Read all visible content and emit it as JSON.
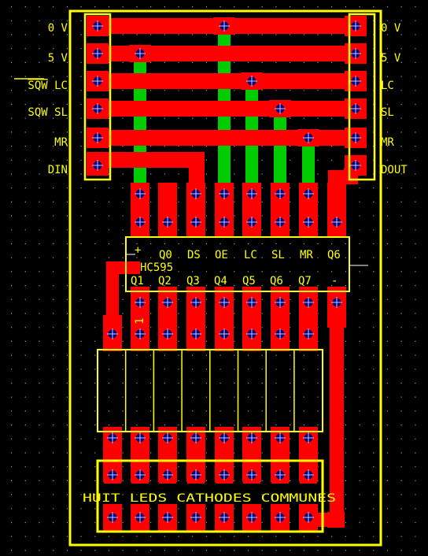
{
  "colors": {
    "background": "#000000",
    "copper_top": "#ff0000",
    "copper_bottom": "#00cc00",
    "silkscreen": "#ffff00",
    "via_hole": "#00007a",
    "grid_dot": "#9a9a9a"
  },
  "left_labels": [
    {
      "text": "0 V"
    },
    {
      "text": "5 V"
    },
    {
      "overline": "SQW",
      "text": " LC"
    },
    {
      "text": "SQW SL"
    },
    {
      "text": "MR"
    },
    {
      "text": "DIN"
    }
  ],
  "right_labels": [
    "0 V",
    "5 V",
    "LC",
    "SL",
    "MR",
    "DOUT"
  ],
  "ic": {
    "name": "HC595",
    "pin1_mark": "+",
    "top_pins": [
      "Q0",
      "DS",
      "OE",
      "LC",
      "SL",
      "MR",
      "Q6"
    ],
    "bottom_pins": [
      "Q1",
      "Q2",
      "Q3",
      "Q4",
      "Q5",
      "Q6",
      "Q7",
      "-"
    ]
  },
  "resistor_mark": "1",
  "leds_label": "HUIT LEDS CATHODES COMMUNES"
}
